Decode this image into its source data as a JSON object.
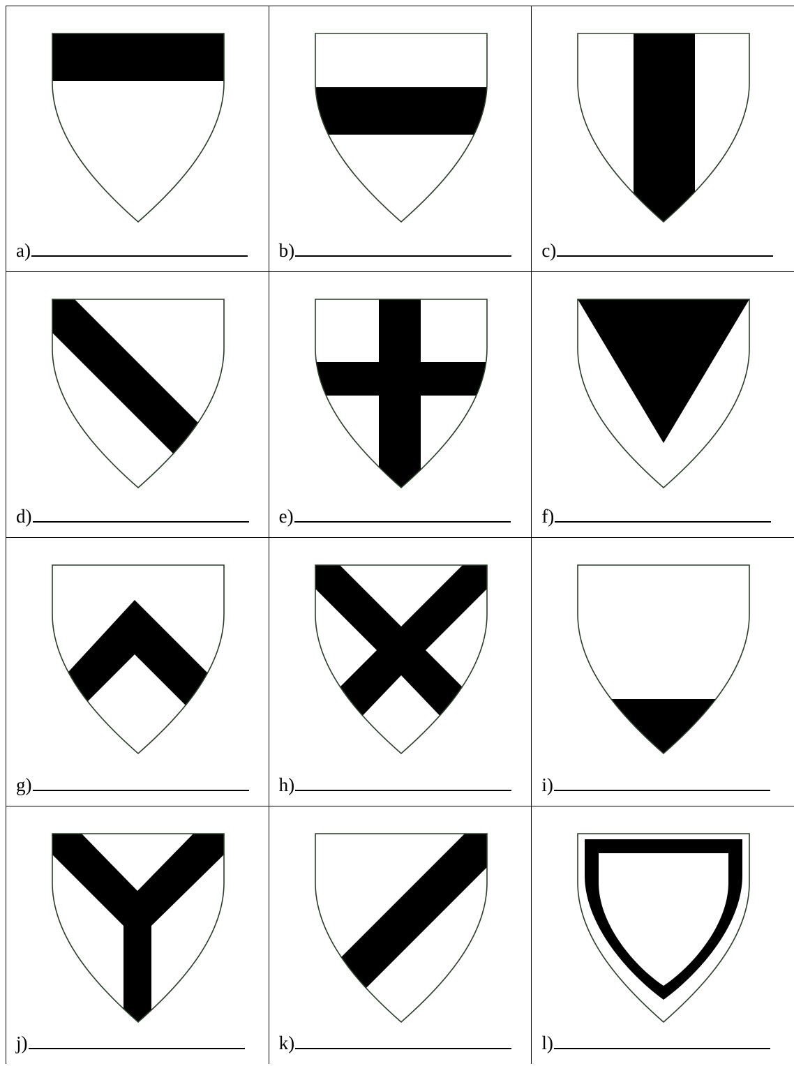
{
  "colors": {
    "fill": "#000000",
    "field": "#ffffff",
    "outline": "#2a3d2a"
  },
  "shields": [
    {
      "label": "a)",
      "charge": "chief"
    },
    {
      "label": "b)",
      "charge": "fess"
    },
    {
      "label": "c)",
      "charge": "pale"
    },
    {
      "label": "d)",
      "charge": "bend"
    },
    {
      "label": "e)",
      "charge": "cross"
    },
    {
      "label": "f)",
      "charge": "pile"
    },
    {
      "label": "g)",
      "charge": "chevron"
    },
    {
      "label": "h)",
      "charge": "saltire"
    },
    {
      "label": "i)",
      "charge": "base"
    },
    {
      "label": "j)",
      "charge": "pall"
    },
    {
      "label": "k)",
      "charge": "bend-sinister"
    },
    {
      "label": "l)",
      "charge": "bordure"
    }
  ]
}
